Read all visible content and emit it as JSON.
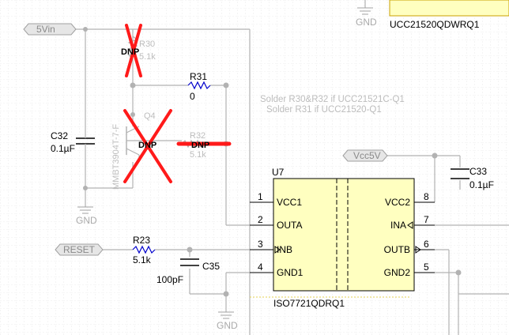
{
  "colors": {
    "background": "#ffffff",
    "grid": "#dcdcdc",
    "wire": "#b2b2b2",
    "component_body": "#ffff80",
    "component_fill": "#ffffc0",
    "dnp_cross": "#ff1a1a",
    "resistor": "#0000cc",
    "text": "#000000",
    "faded_text": "#bdbdbd"
  },
  "ports": {
    "vin": "5Vin",
    "vcc5v": "Vcc5V",
    "reset": "RESET"
  },
  "ground": {
    "gnd_top": "GND",
    "gnd_left": "GND",
    "gnd_bottom": "GND"
  },
  "components": {
    "r30": {
      "ref": "R30",
      "value": "5.1k",
      "dnp": "DNP"
    },
    "r31": {
      "ref": "R31",
      "value": "0"
    },
    "r32": {
      "ref": "R32",
      "value": "5.1k",
      "dnp": "DNP"
    },
    "q4": {
      "ref": "Q4",
      "part": "MMBT3904T-7-F",
      "dnp": "DNP"
    },
    "c32": {
      "ref": "C32",
      "value": "0.1µF"
    },
    "c33": {
      "ref": "C33",
      "value": "0.1µF"
    },
    "c35": {
      "ref": "C35",
      "value": "100pF"
    },
    "r23": {
      "ref": "R23",
      "value": "5.1k"
    },
    "u7": {
      "ref": "U7",
      "part": "ISO7721QDRQ1",
      "pins_left": [
        {
          "num": "1",
          "name": "VCC1"
        },
        {
          "num": "2",
          "name": "OUTA"
        },
        {
          "num": "3",
          "name": "INB"
        },
        {
          "num": "4",
          "name": "GND1"
        }
      ],
      "pins_right": [
        {
          "num": "8",
          "name": "VCC2"
        },
        {
          "num": "7",
          "name": "INA"
        },
        {
          "num": "6",
          "name": "OUTB"
        },
        {
          "num": "5",
          "name": "GND2"
        }
      ]
    },
    "ucc": {
      "part": "UCC21520QDWRQ1"
    }
  },
  "notes": {
    "line1": "Solder R30&R32 if UCC21521C-Q1",
    "line2": "Solder R31 if UCC21520-Q1"
  }
}
